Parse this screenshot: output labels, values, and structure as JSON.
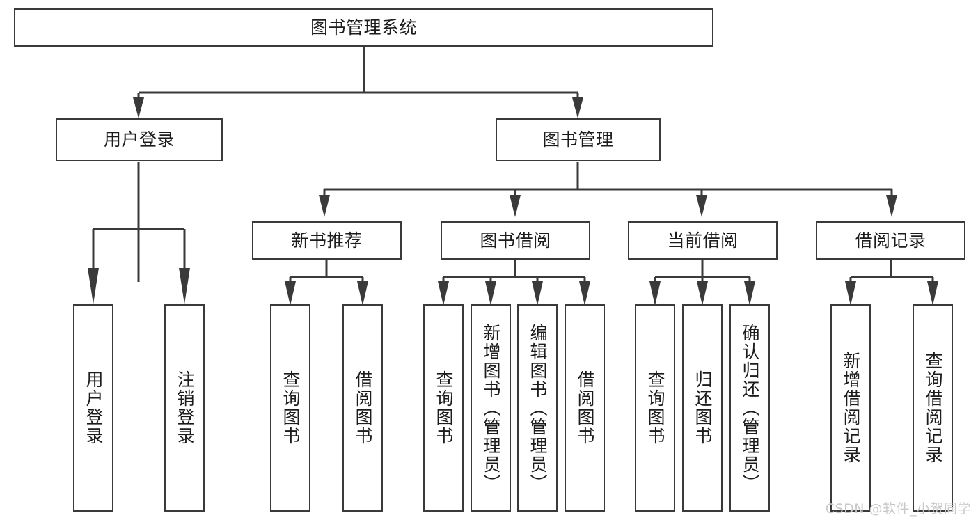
{
  "diagram": {
    "type": "hierarchy-tree",
    "title": "图书管理系统",
    "root": {
      "label": "图书管理系统"
    },
    "level2": [
      {
        "id": "user-login",
        "label": "用户登录"
      },
      {
        "id": "book-management",
        "label": "图书管理"
      }
    ],
    "level3": [
      {
        "id": "new-book-recommend",
        "label": "新书推荐",
        "parent": "book-management"
      },
      {
        "id": "book-borrow",
        "label": "图书借阅",
        "parent": "book-management"
      },
      {
        "id": "current-borrow",
        "label": "当前借阅",
        "parent": "book-management"
      },
      {
        "id": "borrow-record",
        "label": "借阅记录",
        "parent": "book-management"
      }
    ],
    "leaves": {
      "user_login": [
        {
          "id": "leaf-user-login",
          "label": "用户登录"
        },
        {
          "id": "leaf-logout-login",
          "label": "注销登录"
        }
      ],
      "new_book_recommend": [
        {
          "id": "leaf-query-book-1",
          "label": "查询图书"
        },
        {
          "id": "leaf-borrow-book-1",
          "label": "借阅图书"
        }
      ],
      "book_borrow": [
        {
          "id": "leaf-query-book-2",
          "label": "查询图书"
        },
        {
          "id": "leaf-add-book",
          "label": "新增图书（管理员）"
        },
        {
          "id": "leaf-edit-book",
          "label": "编辑图书（管理员）"
        },
        {
          "id": "leaf-borrow-book-2",
          "label": "借阅图书"
        }
      ],
      "current_borrow": [
        {
          "id": "leaf-query-book-3",
          "label": "查询图书"
        },
        {
          "id": "leaf-return-book",
          "label": "归还图书"
        },
        {
          "id": "leaf-confirm-return",
          "label": "确认归还（管理员）"
        }
      ],
      "borrow_record": [
        {
          "id": "leaf-add-record",
          "label": "新增借阅记录"
        },
        {
          "id": "leaf-query-record",
          "label": "查询借阅记录"
        }
      ]
    },
    "colors": {
      "background": "#ffffff",
      "box_fill": "#ffffff",
      "box_stroke": "#3a3a3a",
      "connector": "#3a3a3a",
      "text": "#1c1c1c",
      "watermark": "#c9c9c9"
    }
  },
  "watermark": {
    "text": "CSDN @软件_小贺同学"
  }
}
